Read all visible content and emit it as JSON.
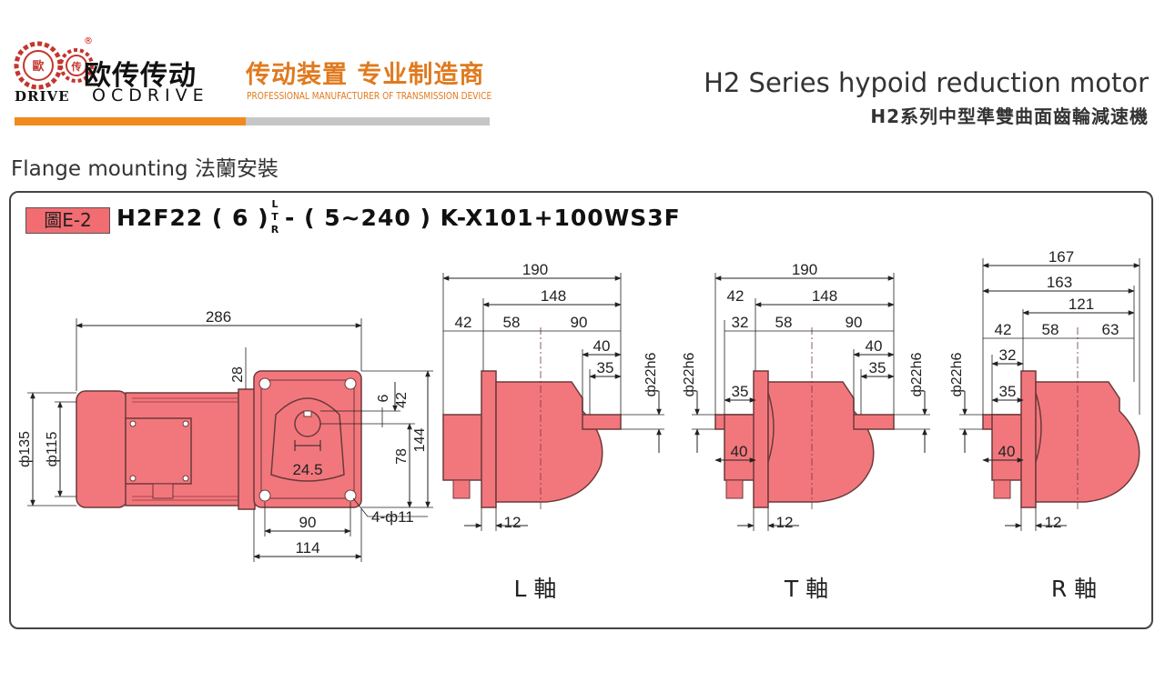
{
  "header": {
    "logo_badges": [
      "歐",
      "传"
    ],
    "logo_wordmark_cn": "欧传传动",
    "logo_wordmark_drive": "DRIVE",
    "logo_wordmark_en": "OCDRIVE",
    "registered_mark": "®",
    "slogan_cn": "传动装置 专业制造商",
    "slogan_en": "PROFESSIONAL MANUFACTURER OF TRANSMISSION DEVICE",
    "series_en": "H2 Series hypoid reduction motor",
    "series_cn": "H2系列中型準雙曲面齒輪減速機",
    "colors": {
      "brand_orange": "#f08a1c",
      "motor_pink": "#f2777d",
      "label_pink": "#f26d72"
    }
  },
  "section": {
    "title": "Flange mounting 法蘭安裝",
    "figure_label": "圖E-2",
    "model_a": "H2F22 ( 6 )",
    "model_ltr": [
      "L",
      "T",
      "R"
    ],
    "model_b": "- ( 5~240 ) K-X101+100WS3F"
  },
  "drawings": {
    "front": {
      "overall_length": "286",
      "top_offset": "28",
      "flange_height": "144",
      "shaft_center_height": "78",
      "key_height": "42",
      "key_width": "6",
      "shaft_gap": "24.5",
      "motor_dia": "ф135",
      "motor_inner_dia": "ф115",
      "bolt_span": "90",
      "flange_width": "114",
      "bolt_holes": "4-ф11"
    },
    "L": {
      "caption": "L 軸",
      "d190": "190",
      "d148": "148",
      "d42": "42",
      "d58": "58",
      "d90": "90",
      "d40": "40",
      "d35": "35",
      "shaft": "ф22h6",
      "d12": "12"
    },
    "T": {
      "caption": "T 軸",
      "d190": "190",
      "d148": "148",
      "d42": "42",
      "d32": "32",
      "d58": "58",
      "d90": "90",
      "d40": "40",
      "d35": "35",
      "d35b": "35",
      "d40b": "40",
      "shaft_l": "ф22h6",
      "shaft_r": "ф22h6",
      "d12": "12"
    },
    "R": {
      "caption": "R 軸",
      "d167": "167",
      "d163": "163",
      "d121": "121",
      "d42": "42",
      "d58": "58",
      "d63": "63",
      "d32": "32",
      "d35": "35",
      "d40": "40",
      "shaft": "ф22h6",
      "d12": "12"
    }
  }
}
